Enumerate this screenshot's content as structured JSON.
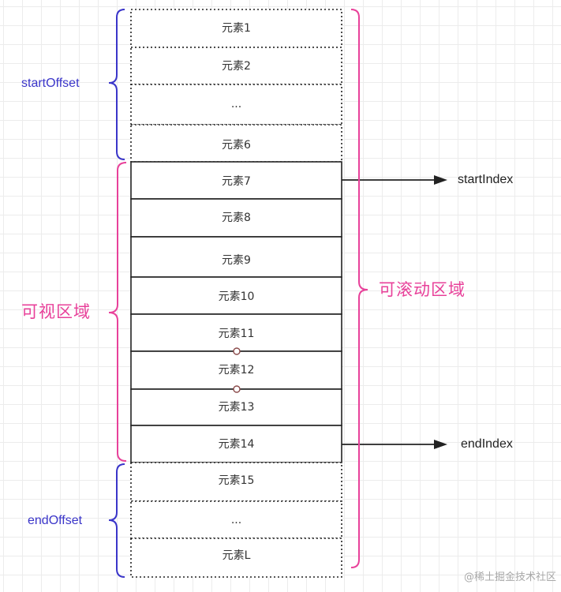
{
  "items": {
    "item_1": "元素1",
    "item_2": "元素2",
    "ellipsis_top": "...",
    "item_6": "元素6",
    "item_7": "元素7",
    "item_8": "元素8",
    "item_9": "元素9",
    "item_10": "元素10",
    "item_11": "元素11",
    "item_12": "元素12",
    "item_13": "元素13",
    "item_14": "元素14",
    "item_15": "元素15",
    "ellipsis_bottom": "...",
    "item_l": "元素L"
  },
  "pointers": {
    "start_index": "startIndex",
    "end_index": "endIndex"
  },
  "brackets": {
    "start_offset": "startOffset",
    "end_offset": "endOffset",
    "visible_area": "可视区域",
    "scrollable_area": "可滚动区域"
  },
  "watermark": "@稀土掘金技术社区",
  "colors": {
    "blue_brace": "#3a35c9",
    "pink_brace": "#e8419a",
    "cell_border": "#222222",
    "arrow": "#222222"
  }
}
